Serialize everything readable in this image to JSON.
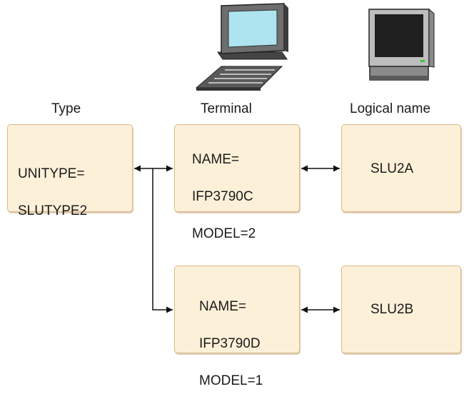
{
  "headers": {
    "type": "Type",
    "terminal": "Terminal",
    "logical_name": "Logical name"
  },
  "type_box": {
    "line1": "UNITYPE=",
    "line2": "SLUTYPE2"
  },
  "terminals": [
    {
      "name": "NAME=",
      "id": "IFP3790C",
      "model": "MODEL=2"
    },
    {
      "name": "NAME=",
      "id": "IFP3790D",
      "model": "MODEL=1"
    }
  ],
  "logical_names": [
    "SLU2A",
    "SLU2B"
  ],
  "icons": {
    "terminal_icon": "desktop-computer-with-keyboard-icon",
    "logical_icon": "monitor-icon"
  },
  "colors": {
    "box_fill": "#fdf0d8",
    "box_border": "#d9b98a",
    "screen_blue": "#aee3f0",
    "screen_dark": "#1f1f1f",
    "led_green": "#33cc33"
  }
}
